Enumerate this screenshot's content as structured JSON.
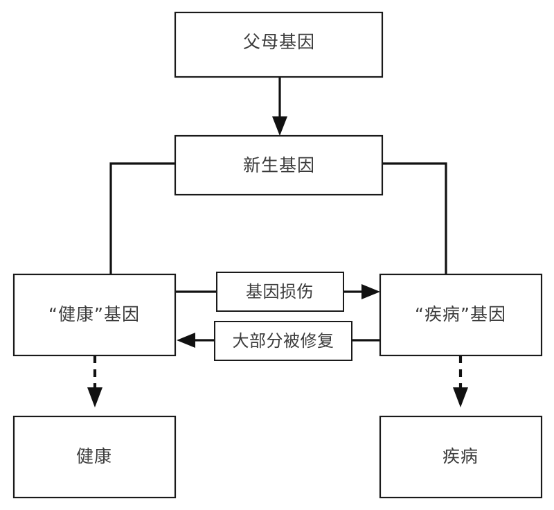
{
  "diagram": {
    "title": "",
    "type": "flowchart",
    "background_color": "#ffffff",
    "line_color": "#111111",
    "text_color": "#3b3b3b",
    "nodes": [
      {
        "id": "parental_genes",
        "label": "父母基因"
      },
      {
        "id": "newborn_genes",
        "label": "新生基因"
      },
      {
        "id": "healthy_genes",
        "label": "“健康”基因"
      },
      {
        "id": "disease_genes",
        "label": "“疾病”基因"
      },
      {
        "id": "health",
        "label": "健康"
      },
      {
        "id": "disease",
        "label": "疾病"
      }
    ],
    "edge_labels": [
      {
        "id": "gene_damage",
        "label": "基因损伤"
      },
      {
        "id": "mostly_repaired",
        "label": "大部分被修复"
      }
    ],
    "edges": [
      {
        "from": "parental_genes",
        "to": "newborn_genes",
        "style": "solid",
        "arrow": true
      },
      {
        "from": "newborn_genes",
        "to": "healthy_genes",
        "style": "solid",
        "arrow": false
      },
      {
        "from": "newborn_genes",
        "to": "disease_genes",
        "style": "solid",
        "arrow": false
      },
      {
        "from": "healthy_genes",
        "to": "disease_genes",
        "via": "gene_damage",
        "style": "solid",
        "arrow": true
      },
      {
        "from": "disease_genes",
        "to": "healthy_genes",
        "via": "mostly_repaired",
        "style": "solid",
        "arrow": true
      },
      {
        "from": "healthy_genes",
        "to": "health",
        "style": "dashed",
        "arrow": true
      },
      {
        "from": "disease_genes",
        "to": "disease",
        "style": "dashed",
        "arrow": true
      }
    ]
  }
}
